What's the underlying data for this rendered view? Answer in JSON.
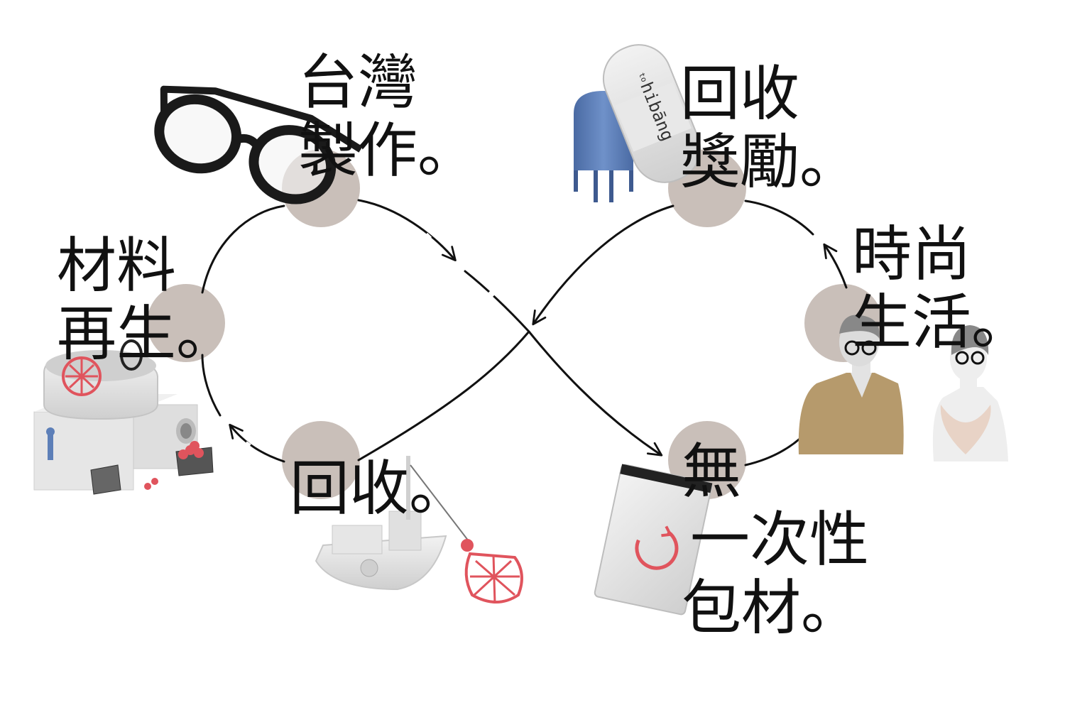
{
  "diagram": {
    "colors": {
      "node": "#c9bfb9",
      "stroke": "#111111",
      "accent_red": "#e0545d",
      "mailbox_blue": "#5d7fb8",
      "sweater": "#b69a6c",
      "skin": "#e3e3e3"
    },
    "labels": {
      "taiwan_made": [
        "台灣",
        "製作。"
      ],
      "recycle_reward": [
        "回收",
        "獎勵。"
      ],
      "material_regen": [
        "材料",
        "再生。"
      ],
      "fashion_life": [
        "時尚",
        "生活。"
      ],
      "recycle": [
        "回收。"
      ],
      "no_disposable": [
        "無",
        "一次性",
        "包材。"
      ]
    },
    "brand": "hibāng",
    "brand_small": "to",
    "icons": [
      "glasses-icon",
      "mailbox-icon",
      "capsule-box-icon",
      "recycling-machine-icon",
      "mannequins-icon",
      "fishing-boat-icon",
      "net-icon",
      "pouch-icon"
    ]
  }
}
